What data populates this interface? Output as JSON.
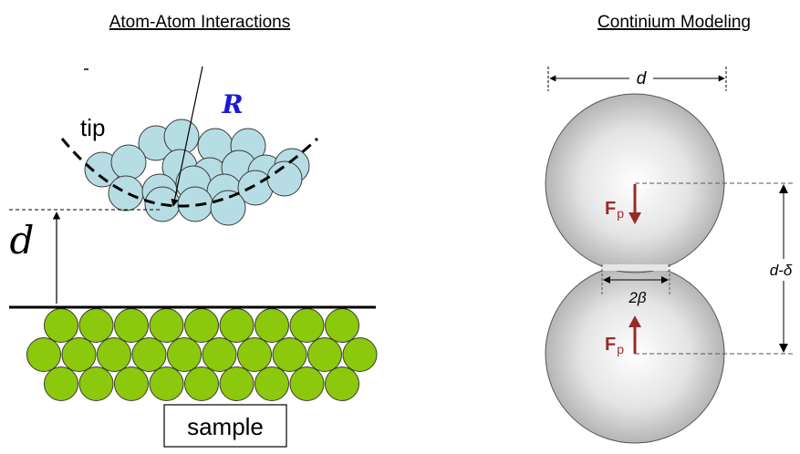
{
  "left_panel": {
    "title": "Atom-Atom Interactions",
    "tip_label": "tip",
    "radius_label": "R",
    "distance_label": "d",
    "sample_label": "sample",
    "colors": {
      "tip_atom": "#b6dde3",
      "sample_atom": "#8cc80c",
      "radius": "#1a1ad6"
    }
  },
  "right_panel": {
    "title": "Continium Modeling",
    "diameter_label": "d",
    "force_label": "F",
    "force_subscript": "p",
    "overlap_label": "d-δ",
    "contact_label": "2β",
    "colors": {
      "force_arrow": "#9a2a2a",
      "sphere_edge": "#555555"
    }
  }
}
